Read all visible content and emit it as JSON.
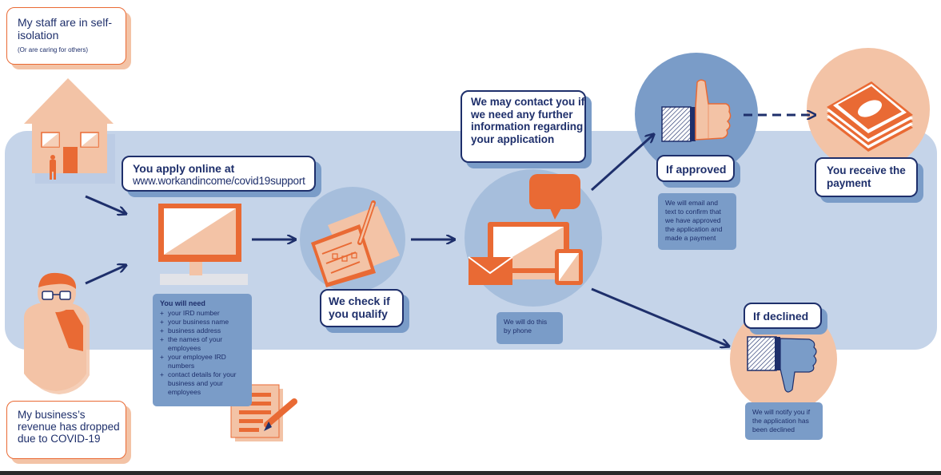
{
  "steps": {
    "staff": {
      "title": "My staff are in self-isolation",
      "note": "(Or are caring for others)"
    },
    "revenue": {
      "title": "My business’s revenue has dropped due to COVID-19"
    },
    "apply": {
      "title": "You apply online at",
      "url": "www.workandincome/covid19support"
    },
    "need": {
      "title": "You will need",
      "items": [
        "your IRD number",
        "your business name",
        "business address",
        "the names of your employees",
        "your employee IRD numbers",
        "contact details for your business and your employees"
      ]
    },
    "check": {
      "title": "We check if you qualify"
    },
    "contact": {
      "title": "We may contact you if we need any further information regarding your application",
      "note": "We will do this by phone"
    },
    "approved": {
      "title": "If approved",
      "note": "We will email and text to confirm that we have approved the application and made a payment"
    },
    "receive": {
      "title": "You receive the payment"
    },
    "declined": {
      "title": "If declined",
      "note": "We will notify you if the application has been declined"
    }
  },
  "icons": {
    "house": "house-icon",
    "person": "person-icon",
    "computer": "computer-monitor-icon",
    "checklist": "checklist-icon",
    "devices": "devices-icon",
    "thumbs_up": "thumbs-up-icon",
    "thumbs_down": "thumbs-down-icon",
    "money": "money-stack-icon",
    "document": "document-pencil-icon"
  },
  "colors": {
    "navy": "#1e2f6b",
    "band": "#c5d4e9",
    "circle_blue": "#7a9cc8",
    "orange": "#e96a34",
    "peach": "#f3c3a6"
  }
}
